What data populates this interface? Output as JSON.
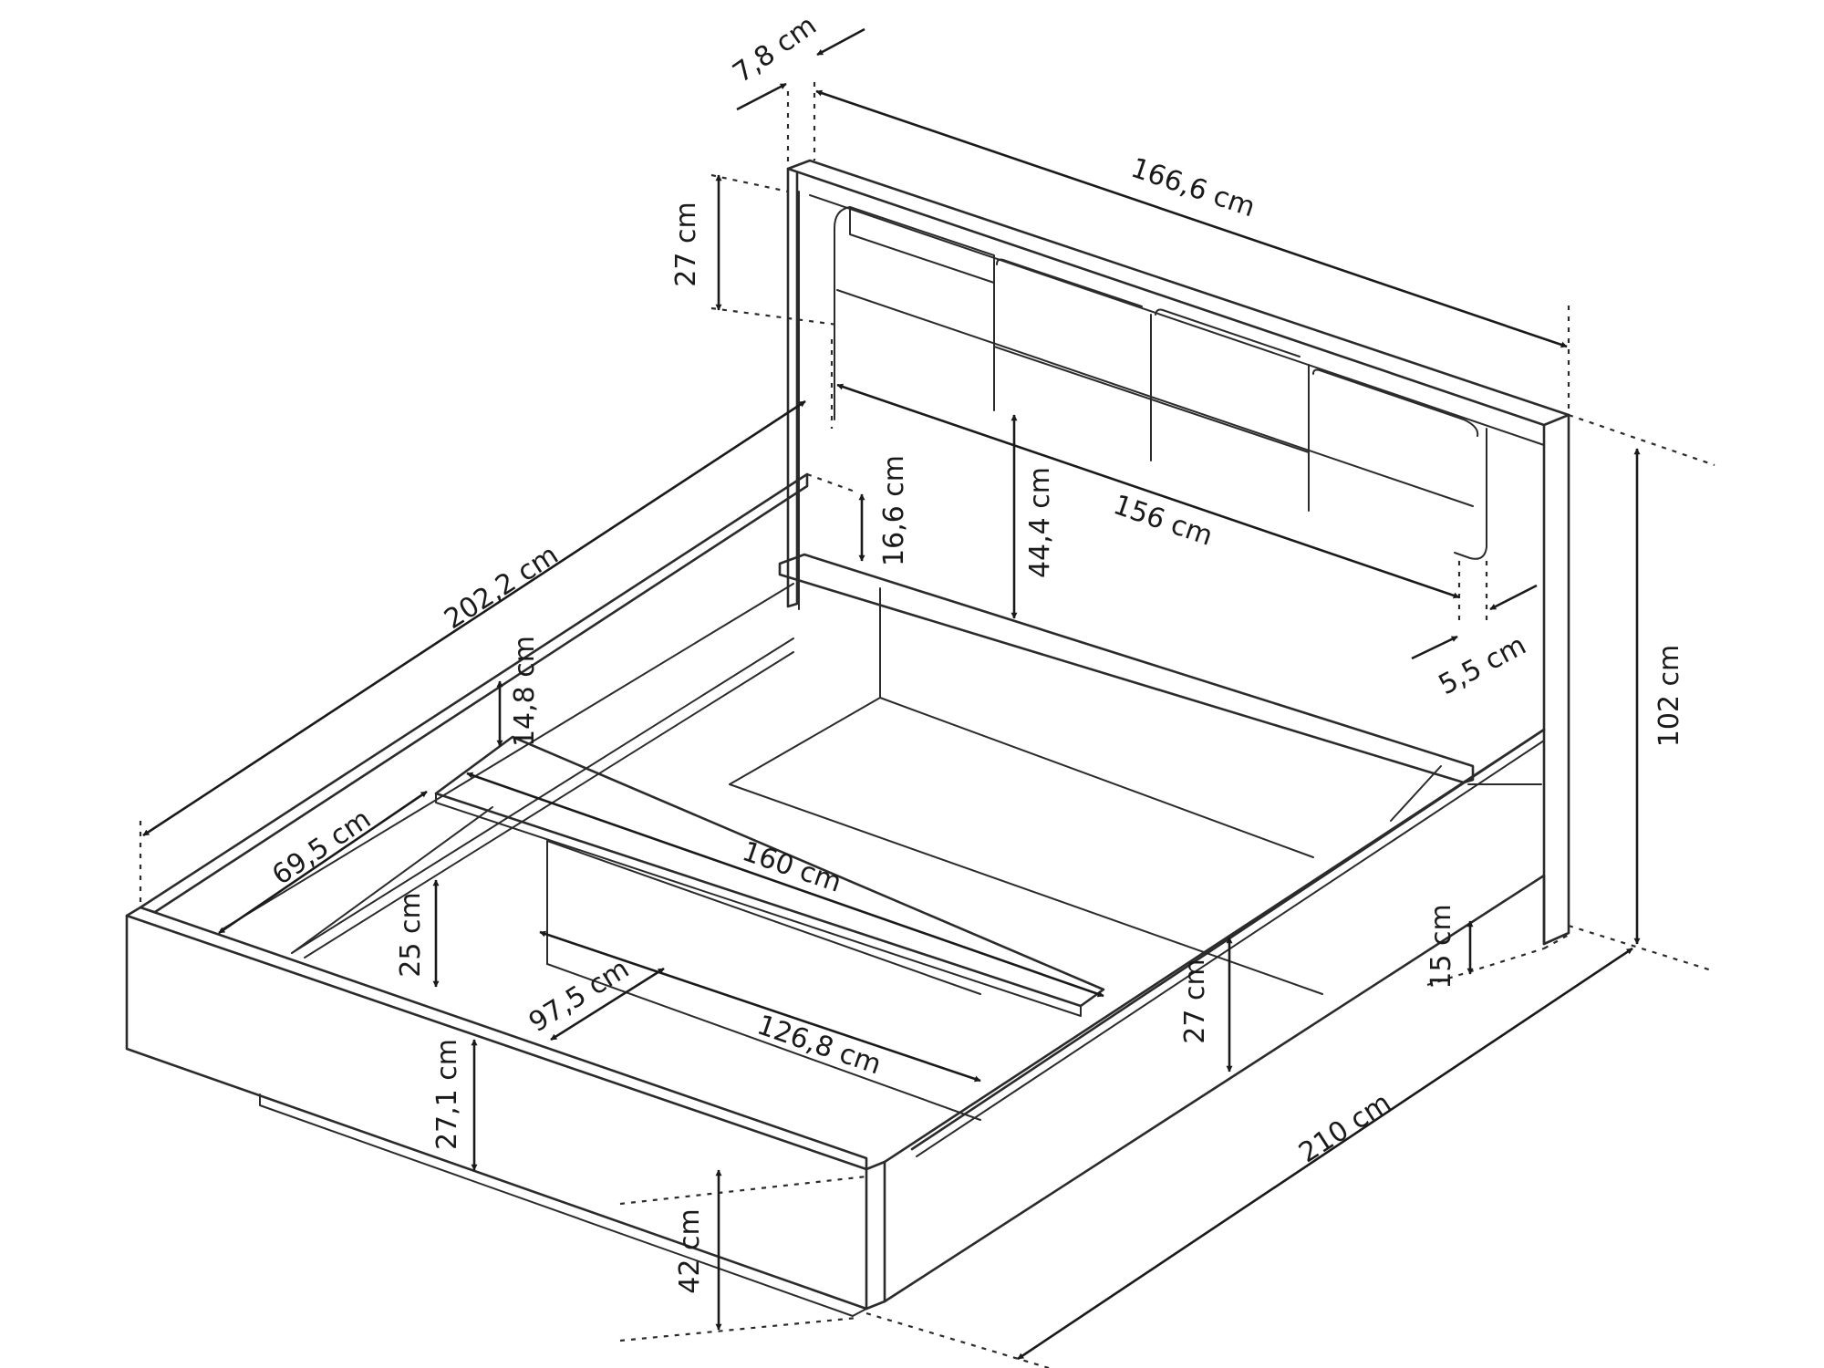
{
  "labels": {
    "headboard_depth": "7,8 cm",
    "headboard_width": "166,6 cm",
    "headboard_top_height": "27 cm",
    "total_length": "202,2 cm",
    "shelf_height": "16,6 cm",
    "panel_height": "44,4 cm",
    "inner_headboard_width": "156 cm",
    "side_offset": "5,5 cm",
    "total_height": "102 cm",
    "rail_gap": "14,8 cm",
    "storage_depth": "69,5 cm",
    "mattress_width": "160 cm",
    "storage_height": "25 cm",
    "compartment_width": "97,5 cm",
    "compartment_length": "126,8 cm",
    "frame_height_front": "27,1 cm",
    "frame_height_side": "27 cm",
    "headboard_clearance": "15 cm",
    "total_width": "210 cm",
    "bed_height": "42 cm"
  }
}
